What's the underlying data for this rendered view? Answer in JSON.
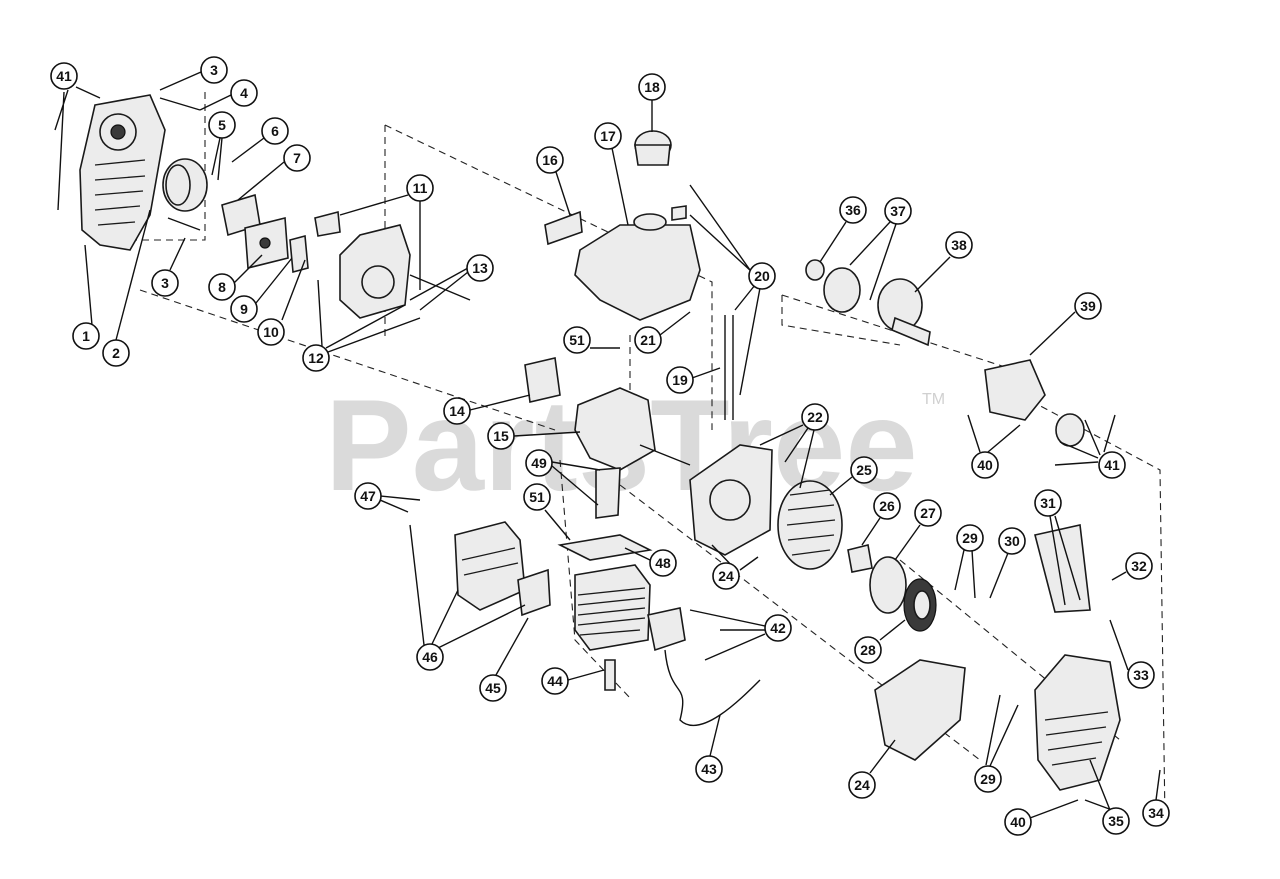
{
  "watermark": {
    "text": "PartsTree",
    "tm": "TM"
  },
  "callouts": [
    {
      "id": "c41a",
      "label": "41"
    },
    {
      "id": "c3a",
      "label": "3"
    },
    {
      "id": "c4",
      "label": "4"
    },
    {
      "id": "c5",
      "label": "5"
    },
    {
      "id": "c6",
      "label": "6"
    },
    {
      "id": "c7",
      "label": "7"
    },
    {
      "id": "c3b",
      "label": "3"
    },
    {
      "id": "c8",
      "label": "8"
    },
    {
      "id": "c9",
      "label": "9"
    },
    {
      "id": "c10",
      "label": "10"
    },
    {
      "id": "c1",
      "label": "1"
    },
    {
      "id": "c2",
      "label": "2"
    },
    {
      "id": "c11",
      "label": "11"
    },
    {
      "id": "c13",
      "label": "13"
    },
    {
      "id": "c12",
      "label": "12"
    },
    {
      "id": "c16",
      "label": "16"
    },
    {
      "id": "c17",
      "label": "17"
    },
    {
      "id": "c18",
      "label": "18"
    },
    {
      "id": "c20",
      "label": "20"
    },
    {
      "id": "c21",
      "label": "21"
    },
    {
      "id": "c19",
      "label": "19"
    },
    {
      "id": "c51a",
      "label": "51"
    },
    {
      "id": "c14",
      "label": "14"
    },
    {
      "id": "c15",
      "label": "15"
    },
    {
      "id": "c49",
      "label": "49"
    },
    {
      "id": "c47",
      "label": "47"
    },
    {
      "id": "c51b",
      "label": "51"
    },
    {
      "id": "c48",
      "label": "48"
    },
    {
      "id": "c46",
      "label": "46"
    },
    {
      "id": "c45",
      "label": "45"
    },
    {
      "id": "c44",
      "label": "44"
    },
    {
      "id": "c42",
      "label": "42"
    },
    {
      "id": "c43",
      "label": "43"
    },
    {
      "id": "c22",
      "label": "22"
    },
    {
      "id": "c25",
      "label": "25"
    },
    {
      "id": "c24a",
      "label": "24"
    },
    {
      "id": "c26",
      "label": "26"
    },
    {
      "id": "c27",
      "label": "27"
    },
    {
      "id": "c28",
      "label": "28"
    },
    {
      "id": "c29a",
      "label": "29"
    },
    {
      "id": "c30",
      "label": "30"
    },
    {
      "id": "c31",
      "label": "31"
    },
    {
      "id": "c32",
      "label": "32"
    },
    {
      "id": "c33",
      "label": "33"
    },
    {
      "id": "c24b",
      "label": "24"
    },
    {
      "id": "c29b",
      "label": "29"
    },
    {
      "id": "c40a",
      "label": "40"
    },
    {
      "id": "c35",
      "label": "35"
    },
    {
      "id": "c34",
      "label": "34"
    },
    {
      "id": "c36",
      "label": "36"
    },
    {
      "id": "c37",
      "label": "37"
    },
    {
      "id": "c38",
      "label": "38"
    },
    {
      "id": "c39",
      "label": "39"
    },
    {
      "id": "c40b",
      "label": "40"
    },
    {
      "id": "c41b",
      "label": "41"
    }
  ]
}
